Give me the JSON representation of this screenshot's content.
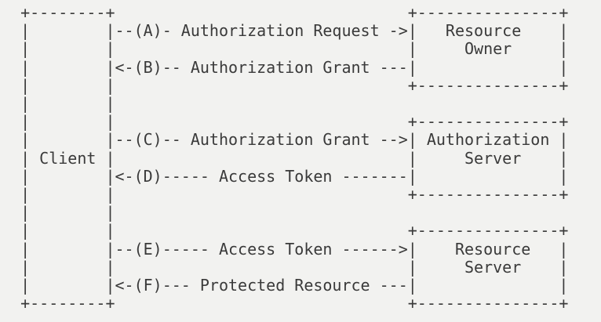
{
  "page": {
    "background_color": "#f2f2f0",
    "text_color": "#3a3a3a"
  },
  "diagram": {
    "kind": "ascii-art-flow-diagram",
    "ascii_lines": [
      "  +--------+                               +---------------+",
      "  |        |--(A)- Authorization Request ->|   Resource    |",
      "  |        |                               |     Owner     |",
      "  |        |<-(B)-- Authorization Grant ---|               |",
      "  |        |                               +---------------+",
      "  |        |",
      "  |        |                               +---------------+",
      "  |        |--(C)-- Authorization Grant -->| Authorization |",
      "  | Client |                               |     Server    |",
      "  |        |<-(D)----- Access Token -------|               |",
      "  |        |                               +---------------+",
      "  |        |",
      "  |        |                               +---------------+",
      "  |        |--(E)----- Access Token ------>|    Resource   |",
      "  |        |                               |     Server    |",
      "  |        |<-(F)--- Protected Resource ---|               |",
      "  +--------+                               +---------------+"
    ],
    "entities": [
      "Client",
      "Resource Owner",
      "Authorization Server",
      "Resource Server"
    ],
    "flows": [
      {
        "step": "A",
        "label": "Authorization Request",
        "from": "Client",
        "to": "Resource Owner"
      },
      {
        "step": "B",
        "label": "Authorization Grant",
        "from": "Resource Owner",
        "to": "Client"
      },
      {
        "step": "C",
        "label": "Authorization Grant",
        "from": "Client",
        "to": "Authorization Server"
      },
      {
        "step": "D",
        "label": "Access Token",
        "from": "Authorization Server",
        "to": "Client"
      },
      {
        "step": "E",
        "label": "Access Token",
        "from": "Client",
        "to": "Resource Server"
      },
      {
        "step": "F",
        "label": "Protected Resource",
        "from": "Resource Server",
        "to": "Client"
      }
    ]
  }
}
